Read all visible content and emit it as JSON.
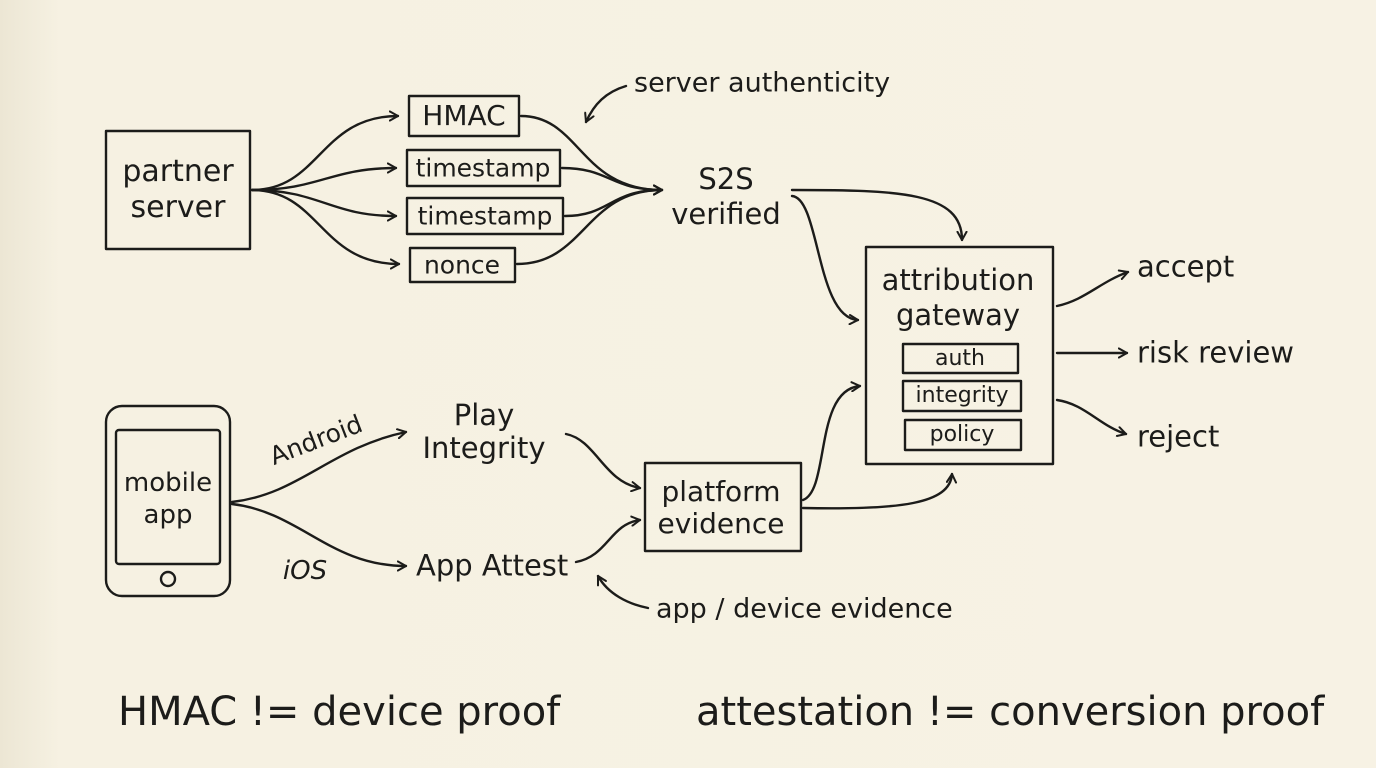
{
  "nodes": {
    "partner_server": [
      "partner",
      "server"
    ],
    "hmac": "HMAC",
    "timestamp_1": "timestamp",
    "timestamp_2": "timestamp",
    "nonce": "nonce",
    "server_authenticity": "server authenticity",
    "s2s_verified": [
      "S2S",
      "verified"
    ],
    "gateway": [
      "attribution",
      "gateway"
    ],
    "gateway_checks": [
      "auth",
      "integrity",
      "policy"
    ],
    "outcomes": [
      "accept",
      "risk review",
      "reject"
    ],
    "mobile_app": [
      "mobile",
      "app"
    ],
    "android": "Android",
    "ios": "iOS",
    "play_integrity": [
      "Play",
      "Integrity"
    ],
    "app_attest": "App Attest",
    "platform_evidence": [
      "platform",
      "evidence"
    ],
    "app_device_evidence": "app / device evidence"
  },
  "footer": {
    "left": "HMAC != device proof",
    "right": "attestation != conversion proof"
  }
}
